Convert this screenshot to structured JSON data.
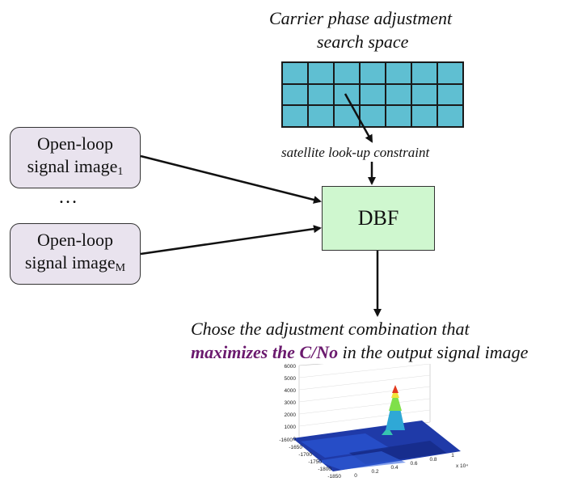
{
  "search_space": {
    "title_line1": "Carrier phase adjustment",
    "title_line2": "search space",
    "rows": 3,
    "cols": 7
  },
  "constraint_label": "satellite look-up constraint",
  "signal_top": {
    "line1": "Open-loop",
    "line2": "signal image",
    "subscript": "1"
  },
  "ellipsis": "…",
  "signal_bottom": {
    "line1": "Open-loop",
    "line2": "signal image",
    "subscript": "M"
  },
  "dbf_label": "DBF",
  "result": {
    "line1": "Chose the adjustment combination that",
    "line2_emphasis": "maximizes the C/No",
    "line2_rest": " in the output signal image"
  },
  "plot": {
    "z_ticks": [
      "6000",
      "5000",
      "4000",
      "3000",
      "2000",
      "1000",
      "0"
    ],
    "y_ticks": [
      "-1600",
      "-1650",
      "-1700",
      "-1750",
      "-1800",
      "-1850"
    ],
    "x_ticks": [
      "0",
      "0.2",
      "0.4",
      "0.6",
      "0.8",
      "1"
    ],
    "x_exponent": "x 10⁴"
  },
  "colors": {
    "grid_cell": "#5fbfd2",
    "signal_box": "#e9e3ee",
    "dbf_box": "#cff7cf",
    "emphasis": "#6b1a6e"
  }
}
